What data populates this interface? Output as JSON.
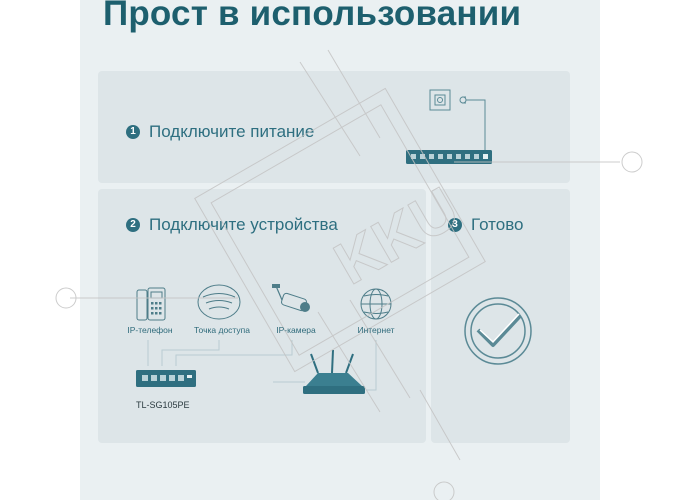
{
  "title": "Прост в использовании",
  "steps": [
    {
      "number": "1",
      "label": "Подключите питание"
    },
    {
      "number": "2",
      "label": "Подключите устройства"
    },
    {
      "number": "3",
      "label": "Готово"
    }
  ],
  "devices": [
    {
      "label": "IP-телефон",
      "icon": "ip-phone-icon"
    },
    {
      "label": "Точка доступа",
      "icon": "access-point-icon"
    },
    {
      "label": "IP-камера",
      "icon": "ip-camera-icon"
    },
    {
      "label": "Интернет",
      "icon": "globe-icon"
    }
  ],
  "switch_model": "TL-SG105PE",
  "watermark": "KKU",
  "colors": {
    "accent": "#2e6f80",
    "title": "#1d5f6e",
    "panel": "#eaf0f2",
    "card": "#dde5e8"
  }
}
